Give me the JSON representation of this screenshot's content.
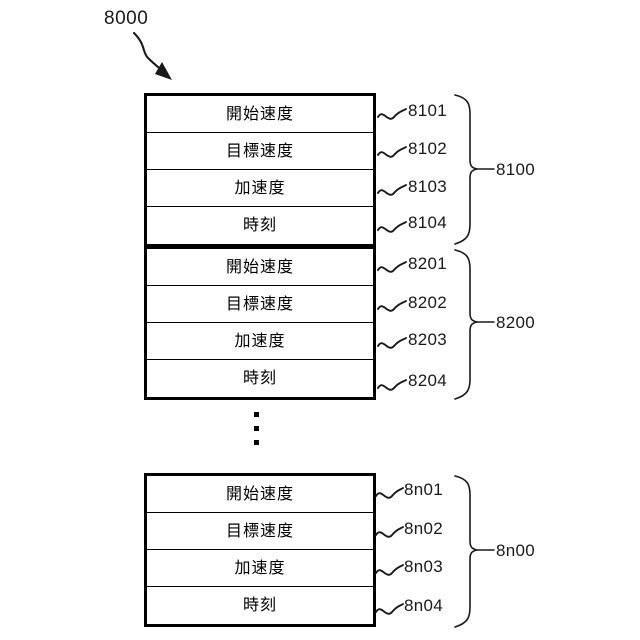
{
  "figure": {
    "main_ref": "8000",
    "row_labels": {
      "start_speed": "開始速度",
      "target_speed": "目標速度",
      "acceleration": "加速度",
      "time": "時刻"
    },
    "blocks": [
      {
        "group_ref": "8100",
        "rows": [
          {
            "label": "開始速度",
            "ref": "8101"
          },
          {
            "label": "目標速度",
            "ref": "8102"
          },
          {
            "label": "加速度",
            "ref": "8103"
          },
          {
            "label": "時刻",
            "ref": "8104"
          }
        ]
      },
      {
        "group_ref": "8200",
        "rows": [
          {
            "label": "開始速度",
            "ref": "8201"
          },
          {
            "label": "目標速度",
            "ref": "8202"
          },
          {
            "label": "加速度",
            "ref": "8203"
          },
          {
            "label": "時刻",
            "ref": "8204"
          }
        ]
      },
      {
        "group_ref": "8n00",
        "rows": [
          {
            "label": "開始速度",
            "ref": "8n01"
          },
          {
            "label": "目標速度",
            "ref": "8n02"
          },
          {
            "label": "加速度",
            "ref": "8n03"
          },
          {
            "label": "時刻",
            "ref": "8n04"
          }
        ]
      }
    ],
    "continuation_marker": "⋮",
    "colors": {
      "line": "#000000",
      "text": "#1a1a1a",
      "background": "#ffffff"
    }
  }
}
